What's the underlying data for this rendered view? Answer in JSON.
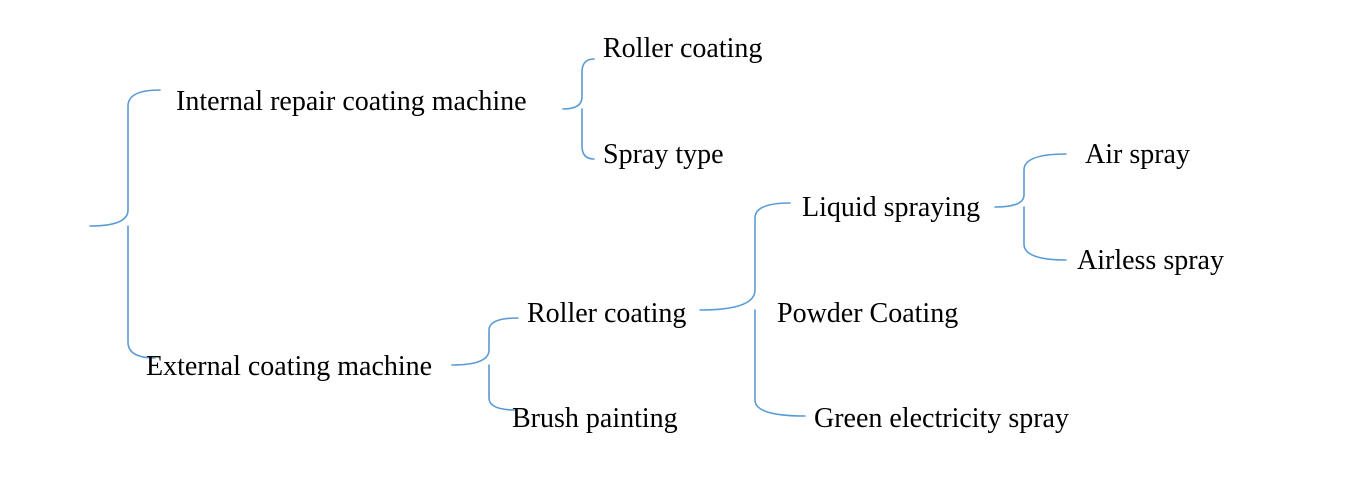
{
  "nodes": {
    "internal_repair": "Internal repair coating machine",
    "internal_roller": "Roller coating",
    "internal_spray": "Spray type",
    "external": "External coating machine",
    "external_roller": "Roller coating",
    "external_brush": "Brush painting",
    "liquid_spraying": "Liquid spraying",
    "powder_coating": "Powder Coating",
    "green_electricity": "Green electricity spray",
    "air_spray": "Air spray",
    "airless_spray": "Airless spray"
  },
  "colors": {
    "bracket": "#5b9bd5",
    "text": "#000000",
    "background": "#ffffff"
  }
}
